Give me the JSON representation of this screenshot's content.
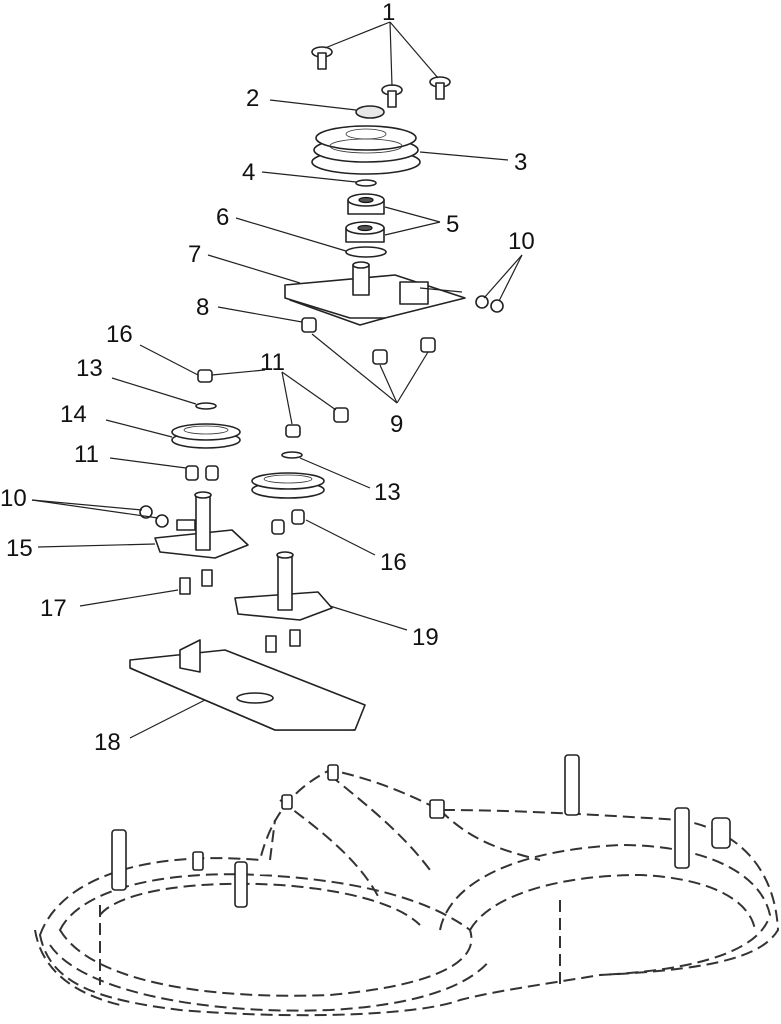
{
  "callouts": [
    {
      "id": "c1a",
      "label": "1"
    },
    {
      "id": "c2",
      "label": "2"
    },
    {
      "id": "c3",
      "label": "3"
    },
    {
      "id": "c4",
      "label": "4"
    },
    {
      "id": "c5",
      "label": "5"
    },
    {
      "id": "c6",
      "label": "6"
    },
    {
      "id": "c7",
      "label": "7"
    },
    {
      "id": "c8",
      "label": "8"
    },
    {
      "id": "c9",
      "label": "9"
    },
    {
      "id": "c10a",
      "label": "10"
    },
    {
      "id": "c10b",
      "label": "10"
    },
    {
      "id": "c11a",
      "label": "11"
    },
    {
      "id": "c11b",
      "label": "11"
    },
    {
      "id": "c13a",
      "label": "13"
    },
    {
      "id": "c13b",
      "label": "13"
    },
    {
      "id": "c14",
      "label": "14"
    },
    {
      "id": "c15",
      "label": "15"
    },
    {
      "id": "c16a",
      "label": "16"
    },
    {
      "id": "c16b",
      "label": "16"
    },
    {
      "id": "c17",
      "label": "17"
    },
    {
      "id": "c18",
      "label": "18"
    },
    {
      "id": "c19",
      "label": "19"
    }
  ]
}
